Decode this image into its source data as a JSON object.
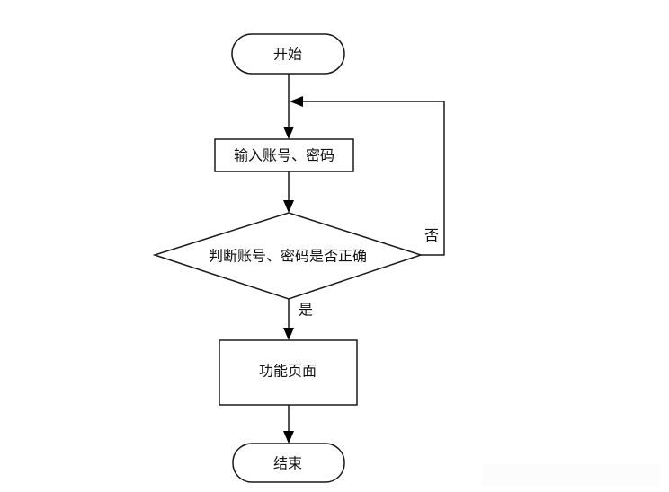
{
  "flowchart": {
    "start": "开始",
    "input": "输入账号、密码",
    "decision": "判断账号、密码是否正确",
    "no_label": "否",
    "yes_label": "是",
    "process": "功能页面",
    "end": "结束"
  }
}
